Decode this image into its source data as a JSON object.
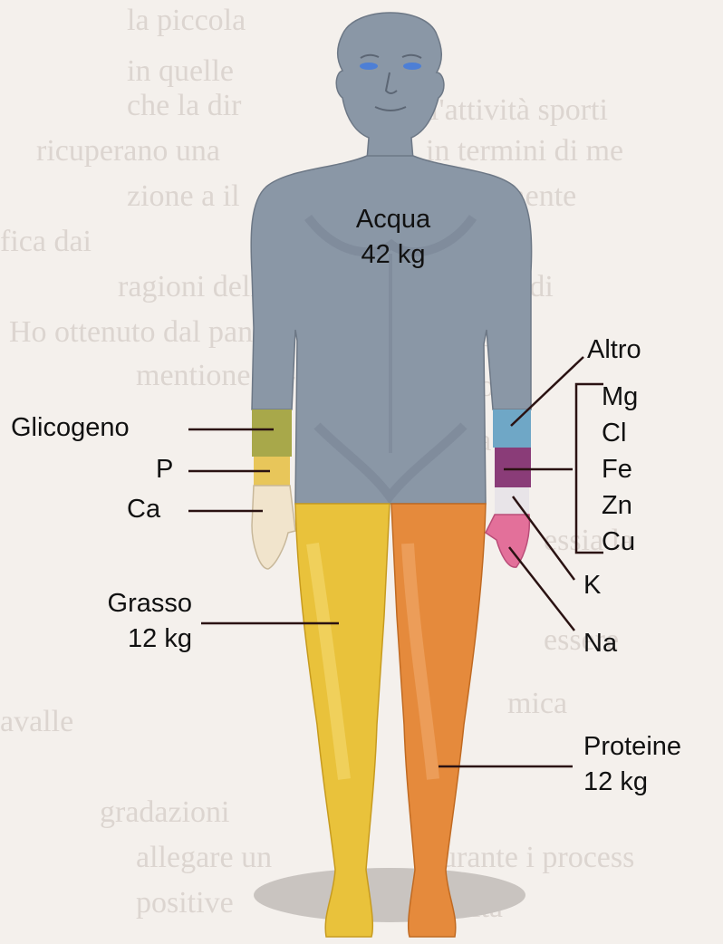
{
  "labels": {
    "acqua": {
      "name": "Acqua",
      "mass": "42 kg"
    },
    "grasso": {
      "name": "Grasso",
      "mass": "12 kg"
    },
    "proteine": {
      "name": "Proteine",
      "mass": "12 kg"
    },
    "glicogeno": "Glicogeno",
    "p": "P",
    "ca": "Ca",
    "altro": "Altro",
    "minerals": [
      "Mg",
      "Cl",
      "Fe",
      "Zn",
      "Cu"
    ],
    "k": "K",
    "na": "Na"
  },
  "colors": {
    "water": "#8a97a6",
    "fat": "#e9c23b",
    "protein": "#e58a3c",
    "glycogen": "#a8a84a",
    "phosphorus": "#e8c65a",
    "calcium": "#f1e4cc",
    "other": "#6fa7c6",
    "minerals": "#8a3c78",
    "potassium": "#e8e4e8",
    "sodium": "#e3709a"
  }
}
